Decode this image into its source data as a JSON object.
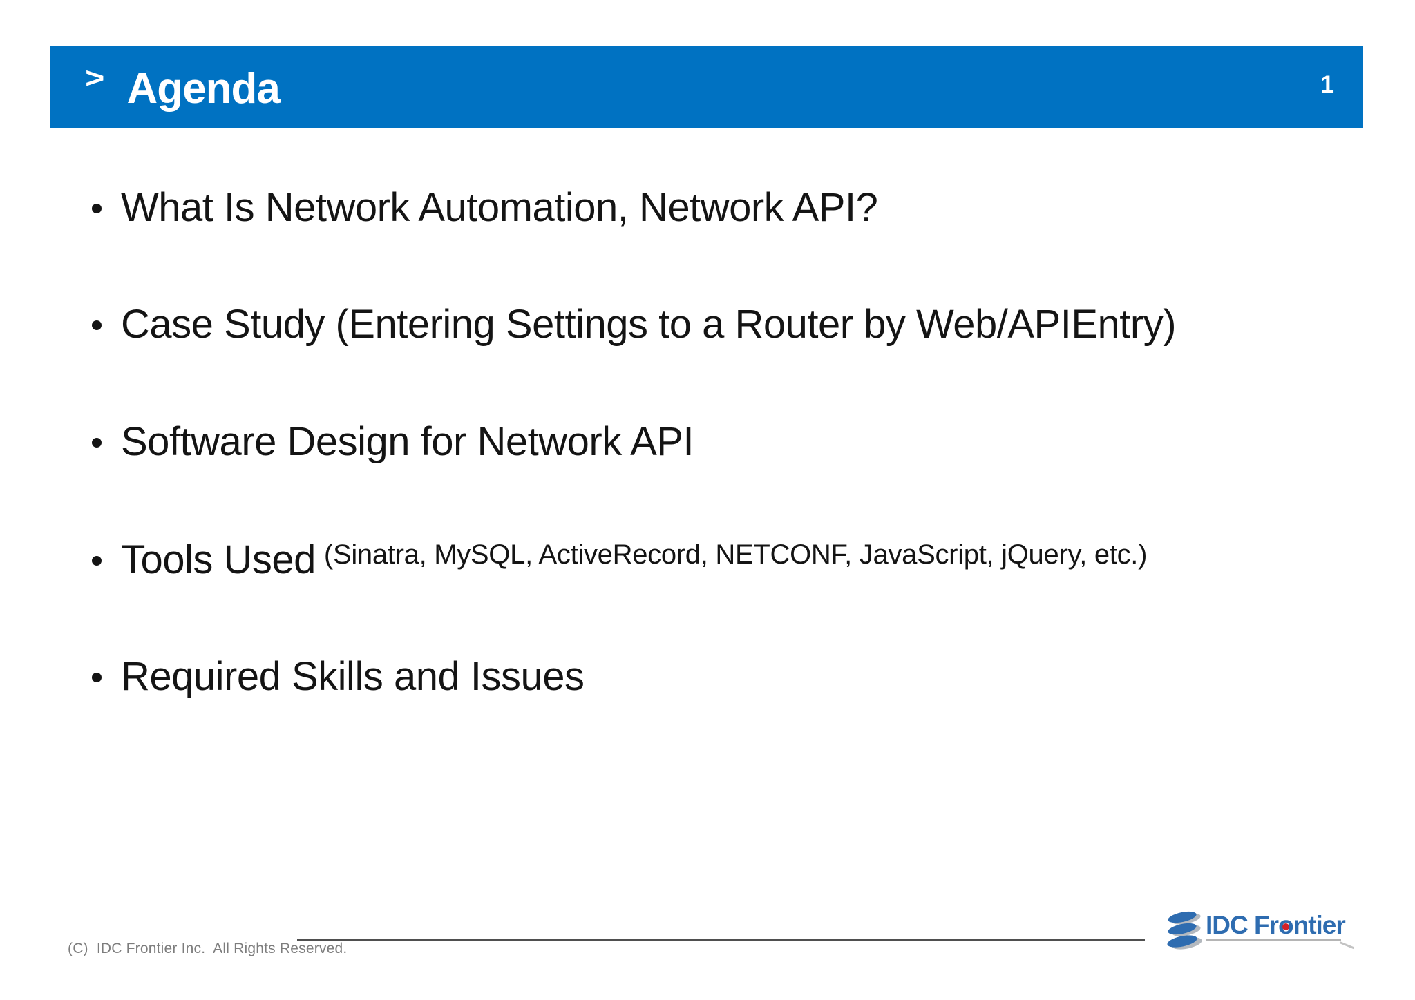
{
  "header": {
    "chevron": ">",
    "title": "Agenda",
    "page_number": "1",
    "bar_color": "#0072C2",
    "text_color": "#FFFFFF"
  },
  "bullets": [
    {
      "main": "What Is Network Automation, Network API?",
      "note": ""
    },
    {
      "main": "Case Study (Entering Settings to a Router by Web/APIEntry)",
      "note": ""
    },
    {
      "main": "Software Design for Network API",
      "note": ""
    },
    {
      "main": "Tools Used",
      "note": "(Sinatra, MySQL, ActiveRecord, NETCONF, JavaScript, jQuery, etc.)"
    },
    {
      "main": "Required Skills and Issues",
      "note": ""
    }
  ],
  "footer": {
    "copyright": "(C)  IDC Frontier Inc.  All Rights Reserved.",
    "logo": {
      "icon": "stacked-disks-logo-icon",
      "text_pre": "IDC Fr",
      "text_o": "o",
      "text_post": "ntier",
      "brand_blue": "#2E6CB0",
      "dot_red": "#D42028"
    }
  }
}
